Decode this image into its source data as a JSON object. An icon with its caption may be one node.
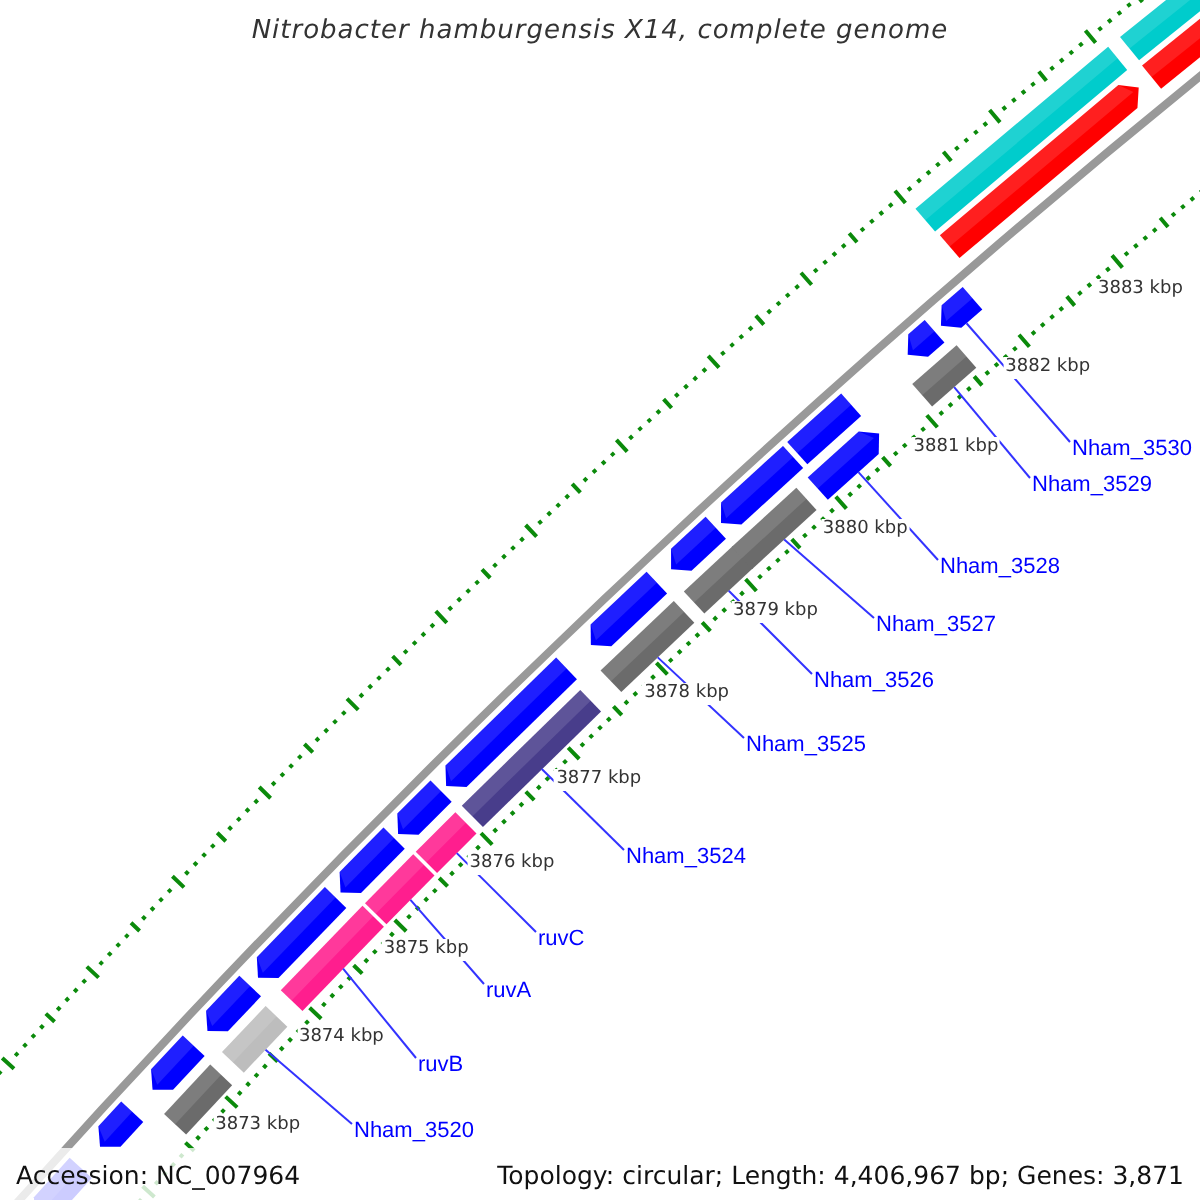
{
  "diagram": {
    "title": "Nitrobacter hamburgensis X14, complete genome",
    "nodes": [
      {
        "text": [],
        "shape": "bar"
      },
      {
        "text": [],
        "shape": "bar"
      },
      {
        "text": [],
        "shape": "bar"
      },
      {
        "text": [],
        "shape": "bar"
      },
      {
        "text": [],
        "shape": "bar"
      },
      {
        "text": [],
        "shape": "bar"
      },
      {
        "text": [],
        "shape": "bar"
      },
      {
        "text": [],
        "shape": "bar"
      },
      {
        "text": [],
        "shape": "bar"
      },
      {
        "text": [],
        "shape": "bar"
      },
      {
        "text": [],
        "shape": "bar"
      },
      {
        "text": [
          "Nham_3520"
        ]
      },
      {
        "text": [
          "ruvB"
        ]
      },
      {
        "text": [
          "ruvA"
        ]
      },
      {
        "text": [
          "ruvC"
        ]
      },
      {
        "text": [
          "Nham_3524"
        ]
      },
      {
        "text": [
          "Nham_3525"
        ]
      },
      {
        "text": [
          "Nham_3526"
        ]
      },
      {
        "text": [
          "Nham_3527"
        ]
      },
      {
        "text": [
          "Nham_3528"
        ]
      },
      {
        "text": [
          "Nham_3529"
        ]
      },
      {
        "text": [
          "Nham_3530"
        ]
      },
      {
        "text": [],
        "shape": "bar"
      },
      {
        "text": [],
        "shape": "bar"
      },
      {
        "text": [],
        "shape": "bar"
      },
      {
        "text": [],
        "shape": "bar"
      },
      {
        "text": [],
        "shape": "bar"
      },
      {
        "text": [],
        "shape": "bar"
      },
      {
        "text": [],
        "shape": "bar"
      },
      {
        "text": [],
        "shape": "bar"
      },
      {
        "text": [],
        "shape": "bar"
      },
      {
        "text": [],
        "shape": "bar"
      },
      {
        "text": [],
        "shape": "bar"
      },
      {
        "text": [],
        "shape": "bar"
      },
      {
        "text": [],
        "shape": "bar"
      },
      {
        "text": [],
        "shape": "bar"
      },
      {
        "text": [],
        "shape": "bar"
      },
      {
        "text": [],
        "shape": "bar"
      },
      {
        "text": [],
        "shape": "bar"
      },
      {
        "text": [],
        "shape": "bar"
      }
    ],
    "edges": [
      {
        "from": 11,
        "to": 0,
        "arrow": "none"
      },
      {
        "from": 12,
        "to": 1,
        "arrow": "none"
      },
      {
        "from": 13,
        "to": 2,
        "arrow": "none"
      },
      {
        "from": 14,
        "to": 3,
        "arrow": "none"
      },
      {
        "from": 15,
        "to": 4,
        "arrow": "none"
      },
      {
        "from": 16,
        "to": 5,
        "arrow": "none"
      },
      {
        "from": 17,
        "to": 6,
        "arrow": "none"
      },
      {
        "from": 18,
        "to": 7,
        "arrow": "none"
      },
      {
        "from": 19,
        "to": 8,
        "arrow": "none"
      },
      {
        "from": 20,
        "to": 9,
        "arrow": "none"
      },
      {
        "from": 21,
        "to": 10,
        "arrow": "none"
      }
    ],
    "labels": [
      "3883 kbp",
      "3882 kbp",
      "3881 kbp",
      "3880 kbp",
      "3879 kbp",
      "3878 kbp",
      "3877 kbp",
      "3876 kbp",
      "3875 kbp",
      "3874 kbp",
      "3873 kbp",
      "Accession: NC_007964",
      "Topology: circular; Length: 4,406,967 bp; Genes: 3,871"
    ]
  }
}
